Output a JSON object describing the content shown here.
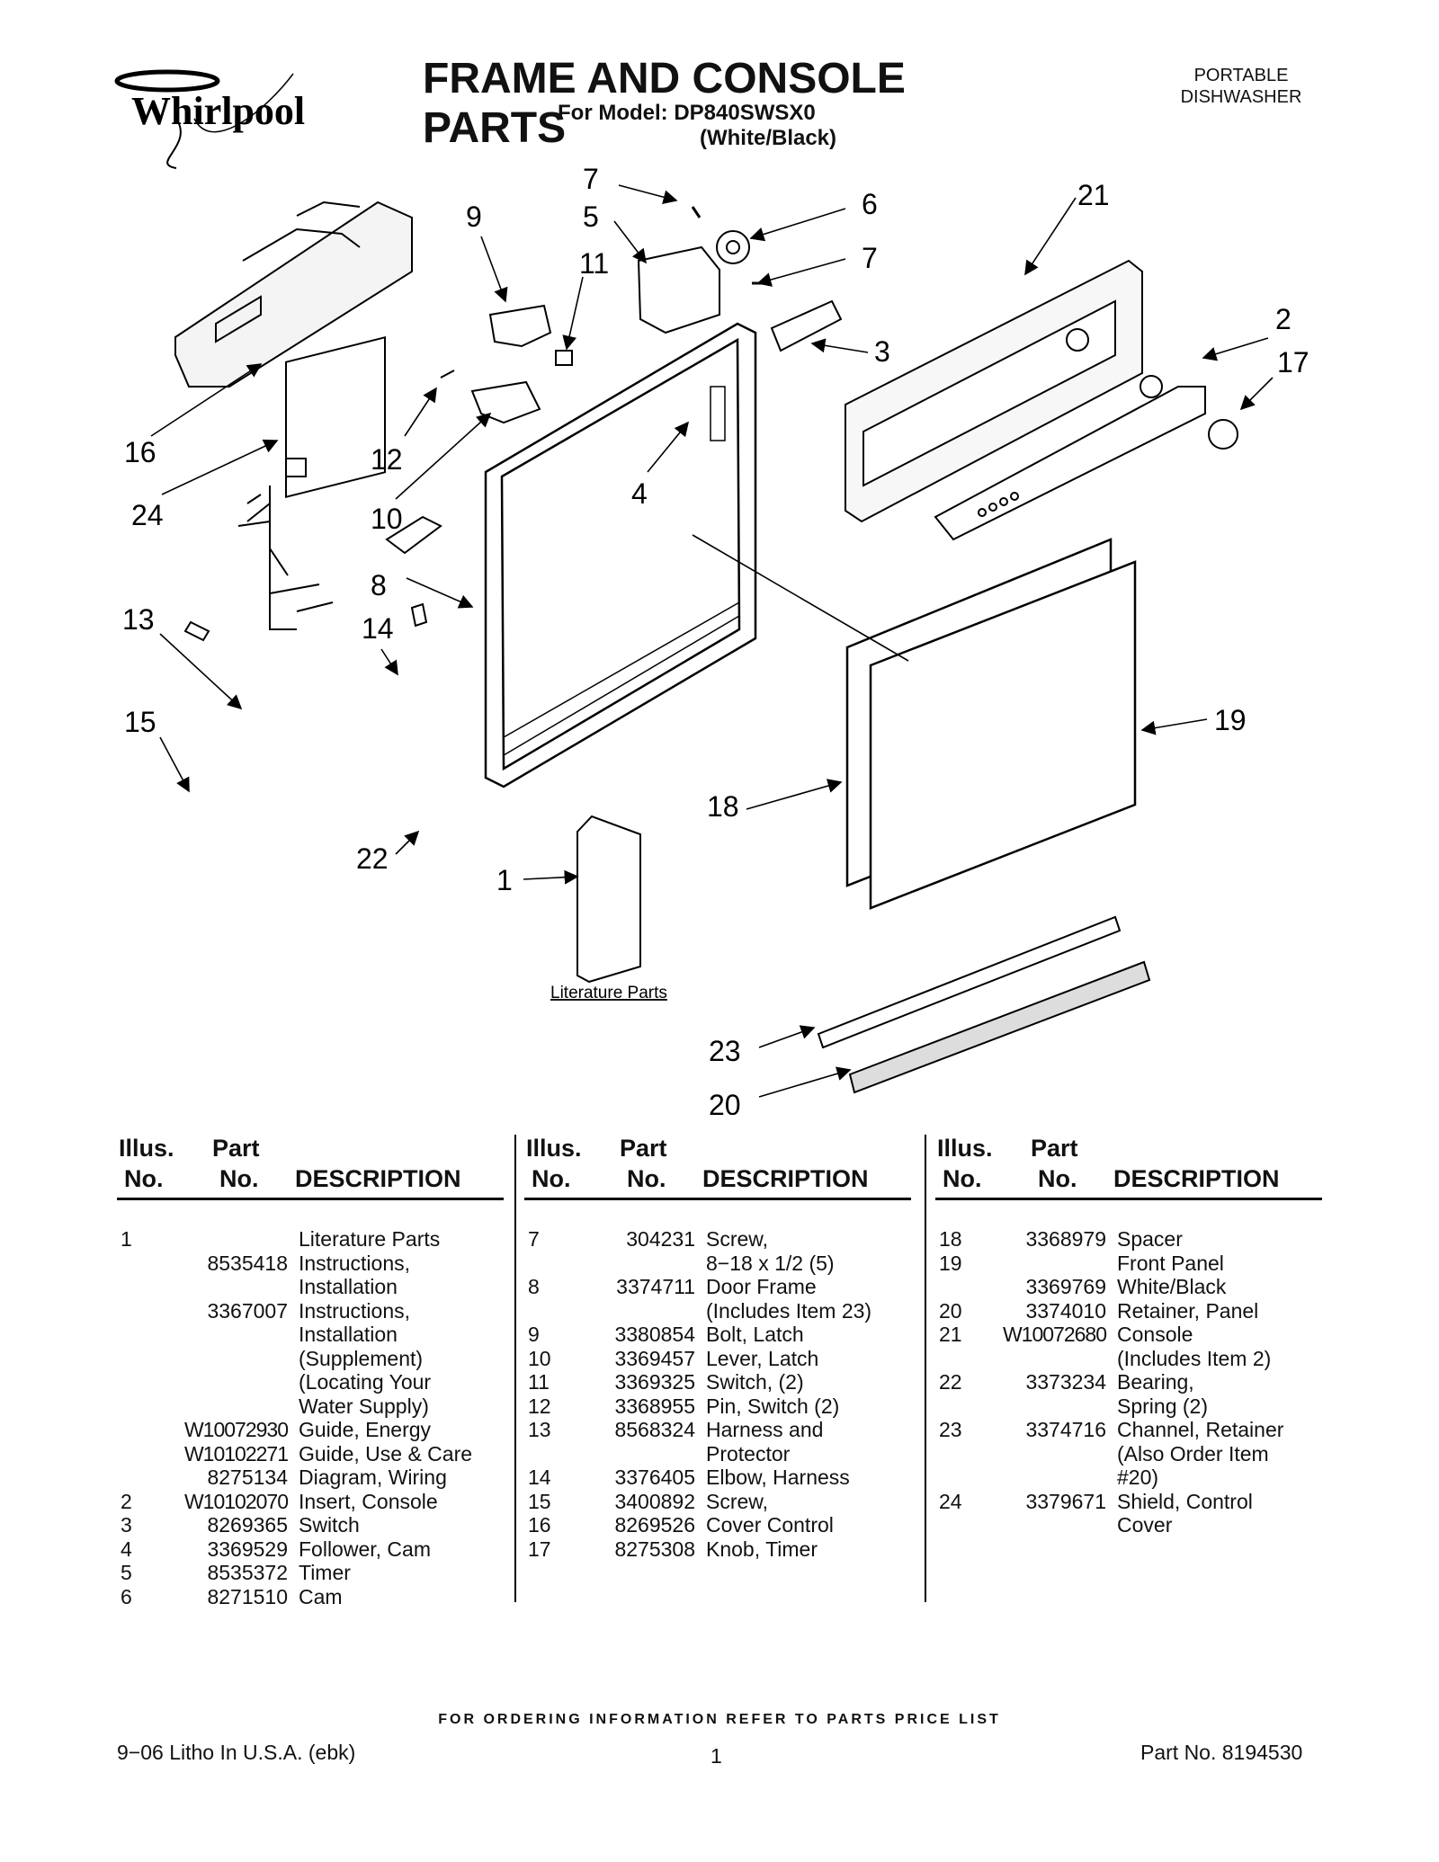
{
  "header": {
    "brand": "Whirlpool",
    "title": "FRAME AND CONSOLE PARTS",
    "model_line": "For Model: DP840SWSX0",
    "color_line": "(White/Black)",
    "product_type_line1": "PORTABLE",
    "product_type_line2": "DISHWASHER"
  },
  "diagram": {
    "callouts": [
      "7",
      "6",
      "21",
      "9",
      "5",
      "11",
      "7",
      "2",
      "3",
      "17",
      "16",
      "12",
      "4",
      "24",
      "10",
      "8",
      "13",
      "14",
      "19",
      "15",
      "18",
      "22",
      "1",
      "23",
      "20"
    ],
    "literature_label": "Literature Parts"
  },
  "table_headers": {
    "illus": "Illus.",
    "no": "No.",
    "part": "Part",
    "part_no": "No.",
    "description": "DESCRIPTION"
  },
  "columns": [
    [
      {
        "illus": "1",
        "part": "",
        "desc": "Literature Parts"
      },
      {
        "illus": "",
        "part": "8535418",
        "desc": "Instructions,"
      },
      {
        "illus": "",
        "part": "",
        "desc": "Installation"
      },
      {
        "illus": "",
        "part": "3367007",
        "desc": "Instructions,"
      },
      {
        "illus": "",
        "part": "",
        "desc": "Installation"
      },
      {
        "illus": "",
        "part": "",
        "desc": "(Supplement)"
      },
      {
        "illus": "",
        "part": "",
        "desc": "(Locating Your"
      },
      {
        "illus": "",
        "part": "",
        "desc": "Water Supply)"
      },
      {
        "illus": "",
        "part": "W10072930",
        "desc": "Guide, Energy"
      },
      {
        "illus": "",
        "part": "W10102271",
        "desc": "Guide, Use & Care"
      },
      {
        "illus": "",
        "part": "8275134",
        "desc": "Diagram, Wiring"
      },
      {
        "illus": "2",
        "part": "W10102070",
        "desc": "Insert, Console"
      },
      {
        "illus": "3",
        "part": "8269365",
        "desc": "Switch"
      },
      {
        "illus": "4",
        "part": "3369529",
        "desc": "Follower, Cam"
      },
      {
        "illus": "5",
        "part": "8535372",
        "desc": "Timer"
      },
      {
        "illus": "6",
        "part": "8271510",
        "desc": "Cam"
      }
    ],
    [
      {
        "illus": "7",
        "part": "304231",
        "desc": "Screw,"
      },
      {
        "illus": "",
        "part": "",
        "desc": "8−18 x 1/2 (5)"
      },
      {
        "illus": "8",
        "part": "3374711",
        "desc": "Door Frame"
      },
      {
        "illus": "",
        "part": "",
        "desc": "(Includes Item 23)"
      },
      {
        "illus": "9",
        "part": "3380854",
        "desc": "Bolt, Latch"
      },
      {
        "illus": "10",
        "part": "3369457",
        "desc": "Lever, Latch"
      },
      {
        "illus": "11",
        "part": "3369325",
        "desc": "Switch, (2)"
      },
      {
        "illus": "12",
        "part": "3368955",
        "desc": "Pin, Switch (2)"
      },
      {
        "illus": "13",
        "part": "8568324",
        "desc": "Harness and"
      },
      {
        "illus": "",
        "part": "",
        "desc": "Protector"
      },
      {
        "illus": "14",
        "part": "3376405",
        "desc": "Elbow, Harness"
      },
      {
        "illus": "15",
        "part": "3400892",
        "desc": "Screw,"
      },
      {
        "illus": "16",
        "part": "8269526",
        "desc": "Cover Control"
      },
      {
        "illus": "17",
        "part": "8275308",
        "desc": "Knob, Timer"
      }
    ],
    [
      {
        "illus": "18",
        "part": "3368979",
        "desc": "Spacer"
      },
      {
        "illus": "19",
        "part": "",
        "desc": "Front Panel"
      },
      {
        "illus": "",
        "part": "3369769",
        "desc": "White/Black"
      },
      {
        "illus": "20",
        "part": "3374010",
        "desc": "Retainer, Panel"
      },
      {
        "illus": "21",
        "part": "W10072680",
        "desc": "Console"
      },
      {
        "illus": "",
        "part": "",
        "desc": "(Includes Item 2)"
      },
      {
        "illus": "22",
        "part": "3373234",
        "desc": "Bearing,"
      },
      {
        "illus": "",
        "part": "",
        "desc": "Spring (2)"
      },
      {
        "illus": "23",
        "part": "3374716",
        "desc": "Channel, Retainer"
      },
      {
        "illus": "",
        "part": "",
        "desc": "(Also Order Item"
      },
      {
        "illus": "",
        "part": "",
        "desc": "#20)"
      },
      {
        "illus": "24",
        "part": "3379671",
        "desc": "Shield, Control"
      },
      {
        "illus": "",
        "part": "",
        "desc": "Cover"
      }
    ]
  ],
  "footer": {
    "notice": "FOR ORDERING INFORMATION REFER TO PARTS PRICE LIST",
    "litho": "9−06 Litho In U.S.A. (ebk)",
    "page": "1",
    "part_no": "Part No. 8194530"
  }
}
